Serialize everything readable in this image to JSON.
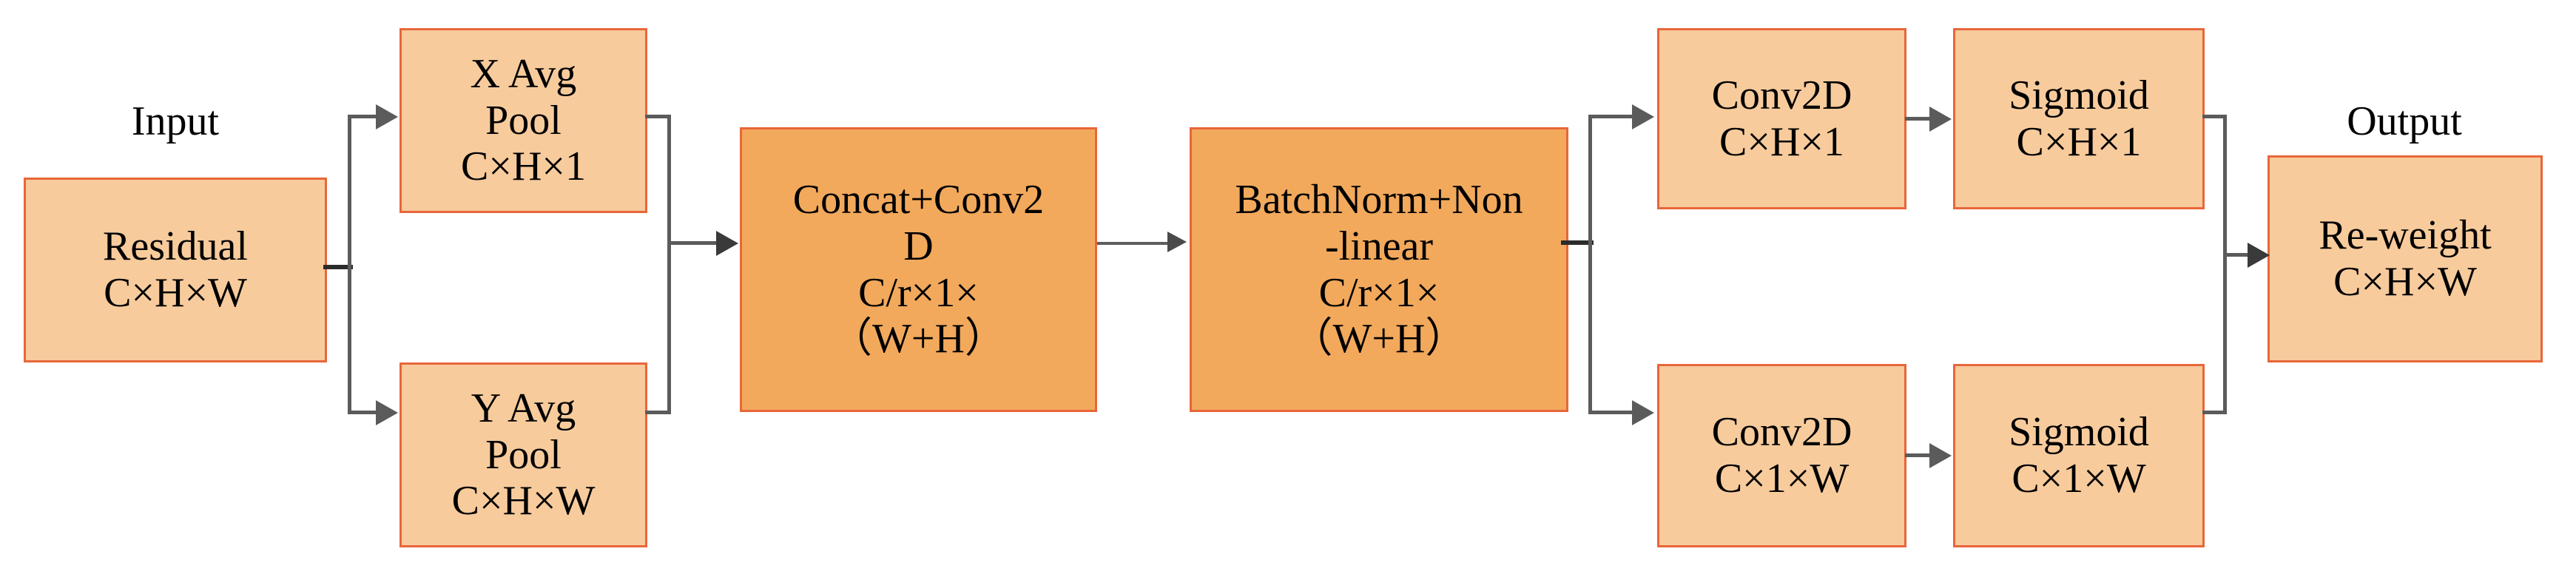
{
  "diagram": {
    "title_labels": {
      "input": "Input",
      "output": "Output"
    },
    "colors": {
      "box_fill_light": "#F7CB9C",
      "box_fill_dark": "#F2A95C",
      "box_border": "#E8663A",
      "connector": "#5B5B5B",
      "text": "#000000",
      "background": "#FFFFFF"
    },
    "nodes": [
      {
        "id": "residual",
        "lines": [
          "Residual",
          "C×H×W"
        ],
        "line1": "Residual",
        "line2": "C×H×W",
        "fill": "light"
      },
      {
        "id": "x-avg-pool",
        "lines": [
          "X Avg",
          "Pool",
          "C×H×1"
        ],
        "line1": "X Avg",
        "line2": "Pool",
        "line3": "C×H×1",
        "fill": "light"
      },
      {
        "id": "y-avg-pool",
        "lines": [
          "Y Avg",
          "Pool",
          "C×H×W"
        ],
        "line1": "Y Avg",
        "line2": "Pool",
        "line3": "C×H×W",
        "fill": "light"
      },
      {
        "id": "concat-conv2d",
        "lines": [
          "Concat+Conv2",
          "D",
          "C/r×1×",
          "（W+H）"
        ],
        "line1": "Concat+Conv2",
        "line2": "D",
        "line3": "C/r×1×",
        "line4": "（W+H）",
        "fill": "dark"
      },
      {
        "id": "batchnorm-nonlinear",
        "lines": [
          "BatchNorm+Non",
          "-linear",
          "C/r×1×",
          "（W+H）"
        ],
        "line1": "BatchNorm+Non",
        "line2": "-linear",
        "line3": "C/r×1×",
        "line4": "（W+H）",
        "fill": "dark"
      },
      {
        "id": "conv2d-top",
        "lines": [
          "Conv2D",
          "C×H×1"
        ],
        "line1": "Conv2D",
        "line2": "C×H×1",
        "fill": "light"
      },
      {
        "id": "sigmoid-top",
        "lines": [
          "Sigmoid",
          "C×H×1"
        ],
        "line1": "Sigmoid",
        "line2": "C×H×1",
        "fill": "light"
      },
      {
        "id": "conv2d-bottom",
        "lines": [
          "Conv2D",
          "C×1×W"
        ],
        "line1": "Conv2D",
        "line2": "C×1×W",
        "fill": "light"
      },
      {
        "id": "sigmoid-bottom",
        "lines": [
          "Sigmoid",
          "C×1×W"
        ],
        "line1": "Sigmoid",
        "line2": "C×1×W",
        "fill": "light"
      },
      {
        "id": "re-weight",
        "lines": [
          "Re-weight",
          "C×H×W"
        ],
        "line1": "Re-weight",
        "line2": "C×H×W",
        "fill": "light"
      }
    ],
    "flow_description": "Residual C×H×W splits into X Avg Pool and Y Avg Pool, merges into Concat+Conv2D, then BatchNorm+Non-linear, splits into two Conv2D→Sigmoid branches, and merges into Re-weight C×H×W output."
  }
}
